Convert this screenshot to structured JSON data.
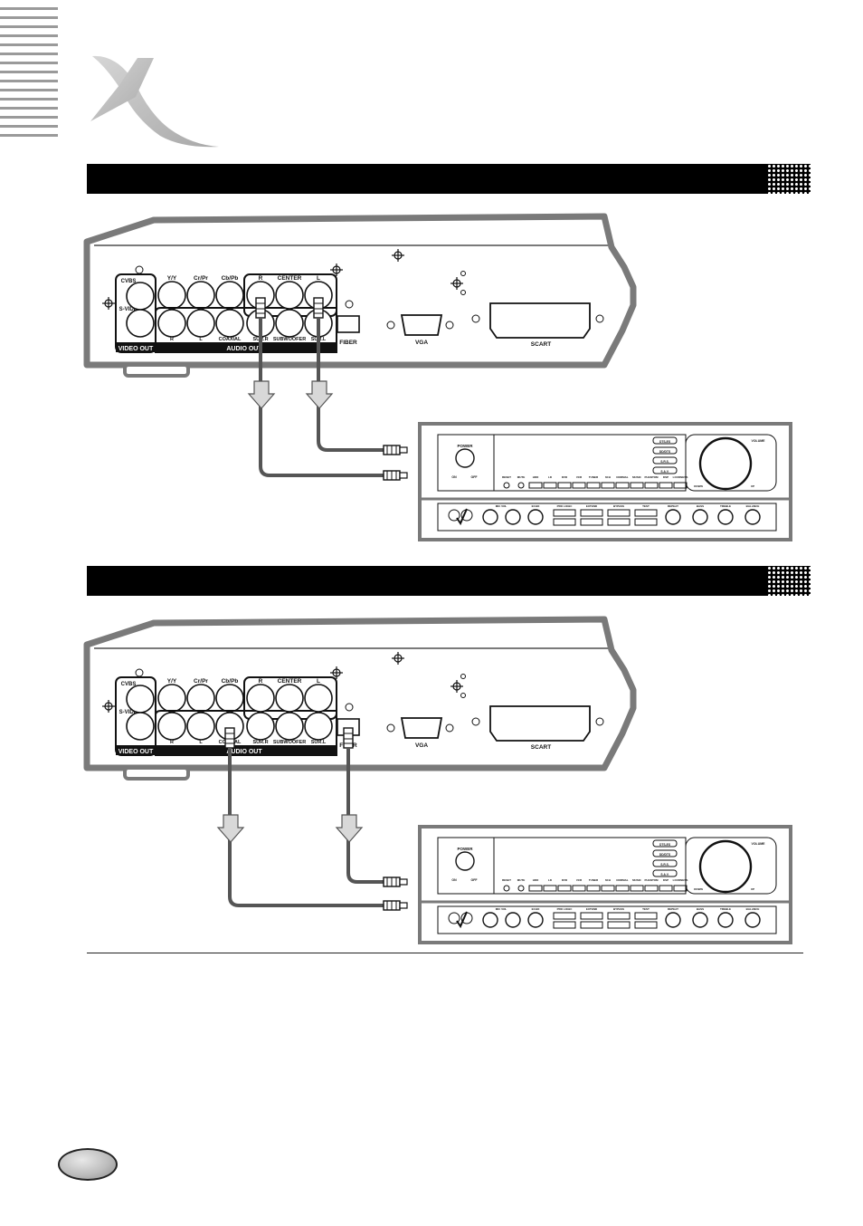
{
  "page": {
    "page_number": ""
  },
  "sections": [
    {
      "title": ""
    },
    {
      "title": ""
    }
  ],
  "player": {
    "video_out_labels": [
      "CVBS",
      "S-VIDEO",
      "VIDEO OUT"
    ],
    "component_labels": [
      "Y/Y",
      "Cr/Pr",
      "Cb/Pb"
    ],
    "audio_top_labels": [
      "R",
      "CENTER",
      "L"
    ],
    "audio_bottom_labels": [
      "R",
      "L",
      "COAXIAL",
      "SUR.R",
      "SUBWOOFER",
      "SUR.L"
    ],
    "audio_out_label": "AUDIO OUT",
    "fiber_label": "FIBER",
    "vga_label": "VGA",
    "scart_label": "SCART"
  },
  "receiver": {
    "power_label": "POWER",
    "power_sub": [
      "ON",
      "OFF"
    ],
    "indicator_labels": [
      "DTS-ES",
      "DD/DTS",
      "S.R.S.",
      "S.A.V."
    ],
    "volume_label": "VOLUME",
    "volume_ends": [
      "DOWN",
      "UP"
    ],
    "source_labels": [
      "RESET",
      "MUTE",
      "HDD",
      "LD",
      "DVD",
      "VCR",
      "TUNER",
      "6CH",
      "NORMAL",
      "MUSIC",
      "PHANTOM",
      "DSP",
      "LOUDNESS"
    ],
    "bottom_labels": [
      "MIC VOL",
      "ECHO",
      "PRO LOGIC",
      "EXTEND",
      "BYPASS",
      "TEST",
      "REPEAT",
      "BASS",
      "TREBLE",
      "BALANCE"
    ]
  },
  "icons": [
    "xoro-x-logo-icon",
    "screw-crosshair-icon",
    "rca-plug-icon",
    "down-arrow-icon"
  ]
}
